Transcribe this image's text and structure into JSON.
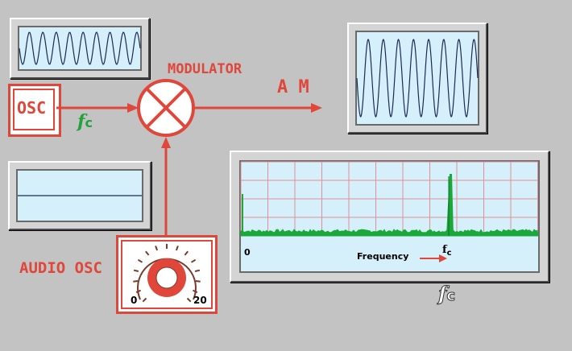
{
  "labels": {
    "osc": "OSC",
    "fc_main": "f",
    "fc_sub": "c",
    "modulator": "MODULATOR",
    "am": "A M",
    "audio_osc": "AUDIO OSC",
    "dial_min": "0",
    "dial_max": "20",
    "spectrum_zero": "0",
    "spectrum_fc_main": "f",
    "spectrum_fc_sub": "c",
    "frequency": "Frequency",
    "bottom_fc_main": "f",
    "bottom_fc_sub": "c"
  },
  "colors": {
    "background": "#c3c3c3",
    "accent_red": "#e0463a",
    "fc_green": "#22a23c",
    "spectrum_green": "#1aa83a",
    "screen_bg": "#d6f0fb",
    "grid": "#e08f9a"
  }
}
